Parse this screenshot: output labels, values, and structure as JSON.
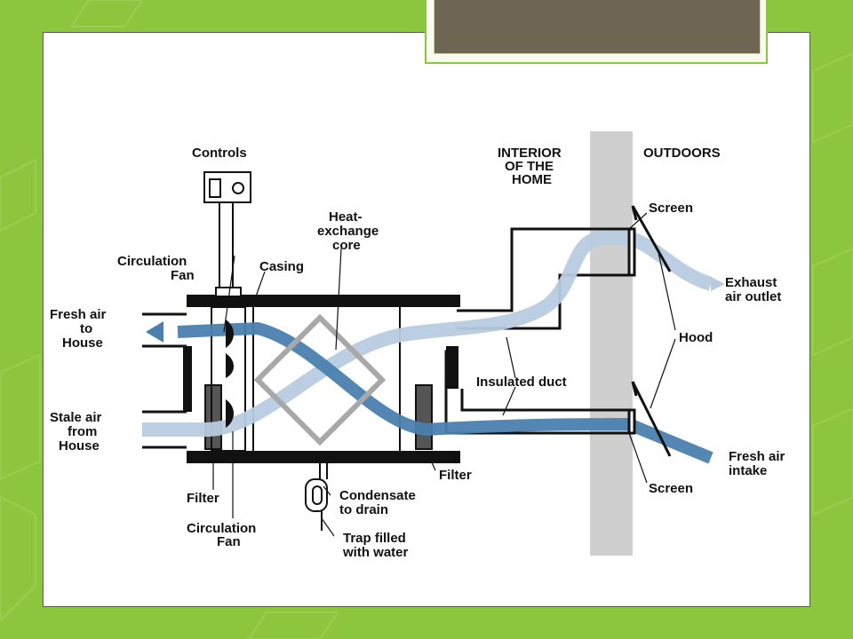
{
  "labels": {
    "controls": "Controls",
    "circulation_fan_top_1": "Circulation",
    "circulation_fan_top_2": "Fan",
    "casing": "Casing",
    "heat_exchange_1": "Heat-",
    "heat_exchange_2": "exchange",
    "heat_exchange_3": "core",
    "fresh_air_to_house_1": "Fresh air",
    "fresh_air_to_house_2": "to",
    "fresh_air_to_house_3": "House",
    "stale_air_1": "Stale air",
    "stale_air_2": "from",
    "stale_air_3": "House",
    "filter_left": "Filter",
    "circulation_fan_bottom_1": "Circulation",
    "circulation_fan_bottom_2": "Fan",
    "condensate_1": "Condensate",
    "condensate_2": "to drain",
    "trap_1": "Trap filled",
    "trap_2": "with water",
    "filter_right": "Filter",
    "insulated_duct": "Insulated duct",
    "interior_1": "INTERIOR",
    "interior_2": "OF THE",
    "interior_3": "HOME",
    "outdoors": "OUTDOORS",
    "screen_top": "Screen",
    "exhaust_1": "Exhaust",
    "exhaust_2": "air outlet",
    "hood": "Hood",
    "fresh_intake_1": "Fresh air",
    "fresh_intake_2": "intake",
    "screen_bottom": "Screen"
  },
  "colors": {
    "background": "#8cc63f",
    "title_bar": "#6e6552",
    "fresh_air": "#4a7fae",
    "stale_air": "#b7cbe0",
    "wall": "#cfcfcf",
    "core": "#a8a8a8"
  }
}
